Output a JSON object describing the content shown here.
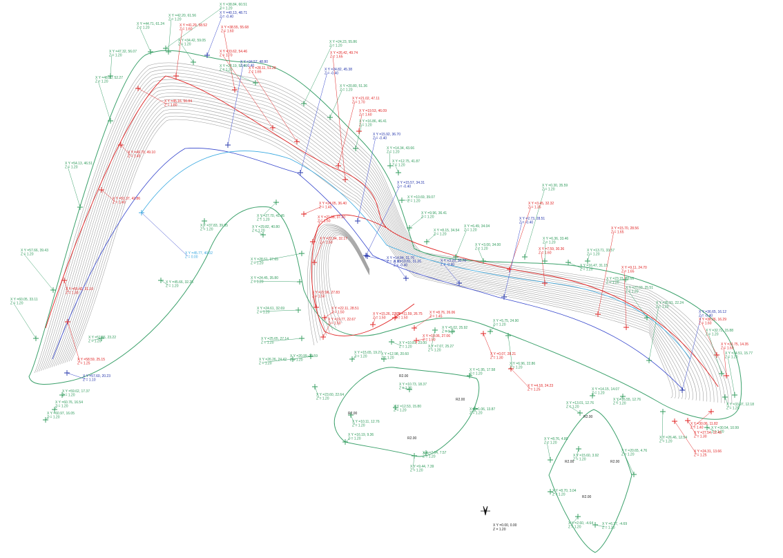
{
  "drawing": {
    "radius_labels": [
      "R2.00",
      "R2.00",
      "R2.00",
      "R2.00",
      "R2.00",
      "R2.00",
      "R2.00",
      "R2.00"
    ],
    "origin_label": {
      "line1": "X Y =0.00, 0.00",
      "line2": "Z = 1.20"
    },
    "point_labels": [
      {
        "t1": "X Y =38.84, 60.51",
        "t2": "Z = 1.20",
        "c": "g"
      },
      {
        "t1": "X Y =42.20, 61.56",
        "t2": "Z = 1.20",
        "c": "g"
      },
      {
        "t1": "X Y =40.13, 48.71",
        "t2": "Z = -0.40",
        "c": "b"
      },
      {
        "t1": "X Y =44.71, 61.24",
        "t2": "Z = 1.20",
        "c": "g"
      },
      {
        "t1": "X Y =41.29, 58.52",
        "t2": "Z = 1.60",
        "c": "r"
      },
      {
        "t1": "X Y =38.55, 55.68",
        "t2": "Z = 1.60",
        "c": "r"
      },
      {
        "t1": "X Y =34.42, 59.05",
        "t2": "Z = 1.20",
        "c": "g"
      },
      {
        "t1": "X Y =47.32, 56.07",
        "t2": "Z = 1.20",
        "c": "g"
      },
      {
        "t1": "X Y =33.62, 54.46",
        "t2": "Z = 1.70",
        "c": "r"
      },
      {
        "t1": "X Y =28.19, 57.46",
        "t2": "Z = 1.20",
        "c": "g"
      },
      {
        "t1": "X Y =24.23, 55.86",
        "t2": "Z = 1.20",
        "c": "g"
      },
      {
        "t1": "X Y =34.57, 48.80",
        "t2": "Z = -0.40",
        "c": "b"
      },
      {
        "t1": "X Y =26.42, 49.74",
        "t2": "Z = 1.65",
        "c": "r"
      },
      {
        "t1": "X Y =48.80, 52.27",
        "t2": "Z = 1.20",
        "c": "g"
      },
      {
        "t1": "X Y =28.11, 51.28",
        "t2": "Z = 1.65",
        "c": "r"
      },
      {
        "t1": "X Y =24.82, 45.38",
        "t2": "Z = -0.40",
        "c": "b"
      },
      {
        "t1": "X Y =20.80, 51.36",
        "t2": "Z = 1.20",
        "c": "g"
      },
      {
        "t1": "X Y =45.16, 56.84",
        "t2": "Z = 1.80",
        "c": "r"
      },
      {
        "t1": "X Y =21.02, 47.11",
        "t2": "Z = 1.70",
        "c": "r"
      },
      {
        "t1": "X Y =19.53, 46.09",
        "t2": "Z = 1.60",
        "c": "r"
      },
      {
        "t1": "X Y =16.86, 46.41",
        "t2": "Z = 1.20",
        "c": "g"
      },
      {
        "t1": "X Y =15.92, 36.70",
        "t2": "Z = -0.40",
        "c": "b"
      },
      {
        "t1": "X Y =14.34, 43.66",
        "t2": "Z = 1.20",
        "c": "g"
      },
      {
        "t1": "X Y =12.75, 41.87",
        "t2": "Z = 1.20",
        "c": "g"
      },
      {
        "t1": "X Y =49.70, 49.10",
        "t2": "Z = 1.45",
        "c": "r"
      },
      {
        "t1": "X Y =54.13, 46.51",
        "t2": "Z = 1.20",
        "c": "g"
      },
      {
        "t1": "X Y =15.57, 34.31",
        "t2": "Z = -0.40",
        "c": "b"
      },
      {
        "t1": "X Y =10.69, 39.07",
        "t2": "Z = 1.20",
        "c": "g"
      },
      {
        "t1": "X Y =51.37, 42.86",
        "t2": "Z = 1.40",
        "c": "r"
      },
      {
        "t1": "X Y =24.05, 36.40",
        "t2": "Z = 1.45",
        "c": "r"
      },
      {
        "t1": "X Y =9.96, 36.41",
        "t2": "Z = 1.20",
        "c": "g"
      },
      {
        "t1": "X Y =27.70, 41.45",
        "t2": "Z = 1.20",
        "c": "g"
      },
      {
        "t1": "X Y =8.15, 34.54",
        "t2": "Z = 1.20",
        "c": "g"
      },
      {
        "t1": "X Y =6.49, 34.04",
        "t2": "Z = 1.20",
        "c": "g"
      },
      {
        "t1": "X Y =37.83, 39.95",
        "t2": "Z = 1.20",
        "c": "g"
      },
      {
        "t1": "X Y =29.82, 40.80",
        "t2": "Z = 1.20",
        "c": "g"
      },
      {
        "t1": "X Y =21.88, 37.20",
        "t2": "Z = 1.50",
        "c": "r"
      },
      {
        "t1": "X Y =57.66, 39.43",
        "t2": "Z = 1.20",
        "c": "g"
      },
      {
        "t1": "X Y =45.77, 40.02",
        "t2": "Z = 0.00",
        "c": "cy"
      },
      {
        "t1": "X Y =21.94, 32.17",
        "t2": "Z = 1.50",
        "c": "r"
      },
      {
        "t1": "X Y =14.84, 31.76",
        "t2": "Z = -0.40",
        "c": "b"
      },
      {
        "t1": "X Y =3.00, 34.00",
        "t2": "Z = 1.20",
        "c": "g"
      },
      {
        "t1": "X Y =28.61, 37.65",
        "t2": "Z = 1.20",
        "c": "g"
      },
      {
        "t1": "X Y =10.81, 31.26",
        "t2": "Z = -0.40",
        "c": "b"
      },
      {
        "t1": "X Y =3.23, 30.70",
        "t2": "Z = -0.40",
        "c": "b"
      },
      {
        "t1": "X Y =55.42, 31.10",
        "t2": "Z = 1.30",
        "c": "r"
      },
      {
        "t1": "X Y =24.45, 35.80",
        "t2": "Z = 1.20",
        "c": "g"
      },
      {
        "t1": "X Y =60.05, 33.11",
        "t2": "Z = 1.20",
        "c": "g"
      },
      {
        "t1": "X Y =45.66, 32.25",
        "t2": "Z = 1.20",
        "c": "g"
      },
      {
        "t1": "X Y =22.96, 27.83",
        "t2": "Z = 1.50",
        "c": "r"
      },
      {
        "t1": "X Y =22.11, 28.51",
        "t2": "Z = 1.50",
        "c": "r"
      },
      {
        "t1": "X Y =15.26, 22.20",
        "t2": "Z = 1.50",
        "c": "r"
      },
      {
        "t1": "X Y =11.59, 26.75",
        "t2": "Z = 1.50",
        "c": "r"
      },
      {
        "t1": "X Y =8.76, 26.06",
        "t2": "Z = 1.45",
        "c": "r"
      },
      {
        "t1": "X Y =10.06, 27.06",
        "t2": "Z = 1.50",
        "c": "r"
      },
      {
        "t1": "X Y =7.07, 25.27",
        "t2": "Z = 1.20",
        "c": "g"
      },
      {
        "t1": "X Y =19.77, 22.67",
        "t2": "Z = 1.50",
        "c": "r"
      },
      {
        "t1": "X Y =24.61, 32.69",
        "t2": "Z = 1.20",
        "c": "g"
      },
      {
        "t1": "X Y =10.81, 23.00",
        "t2": "Z = 1.20",
        "c": "g"
      },
      {
        "t1": "X Y =5.02, 25.92",
        "t2": "Z = 1.20",
        "c": "g"
      },
      {
        "t1": "X Y =5.75, 24.90",
        "t2": "Z = 1.20",
        "c": "g"
      },
      {
        "t1": "X Y =0.07, 28.21",
        "t2": "Z = 1.30",
        "c": "r"
      },
      {
        "t1": "X Y =51.46, 23.22",
        "t2": "Z = 1.20",
        "c": "g"
      },
      {
        "t1": "X Y =58.59, 25.15",
        "t2": "Z = 1.25",
        "c": "r"
      },
      {
        "t1": "X Y =25.65, 27.14",
        "t2": "Z = 1.20",
        "c": "g"
      },
      {
        "t1": "X Y =15.65, 19.27",
        "t2": "Z = 1.20",
        "c": "g"
      },
      {
        "t1": "X Y =12.98, 20.60",
        "t2": "Z = 1.20",
        "c": "g"
      },
      {
        "t1": "X Y =20.99, 20.59",
        "t2": "Z = 1.20",
        "c": "g"
      },
      {
        "t1": "X Y =26.26, 24.42",
        "t2": "Z = 1.20",
        "c": "g"
      },
      {
        "t1": "X Y =57.60, 20.23",
        "t2": "Z = 1.10",
        "c": "b"
      },
      {
        "t1": "X Y =59.62, 17.37",
        "t2": "Z = 1.20",
        "c": "g"
      },
      {
        "t1": "X Y =60.76, 16.54",
        "t2": "Z = 1.20",
        "c": "g"
      },
      {
        "t1": "X Y =60.97, 16.05",
        "t2": "Z = 1.20",
        "c": "g"
      },
      {
        "t1": "X Y =23.60, 22.64",
        "t2": "Z = 1.20",
        "c": "g"
      },
      {
        "t1": "X Y =4.18, 24.23",
        "t2": "Z = 1.25",
        "c": "r"
      },
      {
        "t1": "X Y =6.96, 22.86",
        "t2": "Z = 1.20",
        "c": "g"
      },
      {
        "t1": "X Y =10.73, 18.37",
        "t2": "Z = 1.20",
        "c": "g"
      },
      {
        "t1": "X Y =1.95, 17.58",
        "t2": "Z = 1.20",
        "c": "g"
      },
      {
        "t1": "X Y =12.53, 15.80",
        "t2": "Z = 1.20",
        "c": "g"
      },
      {
        "t1": "X Y =10.11, 12.76",
        "t2": "Z = 1.20",
        "c": "g"
      },
      {
        "t1": "X Y =1.06, 13.87",
        "t2": "Z = 1.20",
        "c": "g"
      },
      {
        "t1": "X Y =16.19, 9.36",
        "t2": "Z = 1.20",
        "c": "g"
      },
      {
        "t1": "X Y =7.64, 7.57",
        "t2": "Z = 1.20",
        "c": "g"
      },
      {
        "t1": "X Y =9.44, 7.39",
        "t2": "Z = 1.20",
        "c": "g"
      },
      {
        "t1": "X Y =0.30, 35.59",
        "t2": "Z = 1.20",
        "c": "g"
      },
      {
        "t1": "X Y =3.45, 32.32",
        "t2": "Z = 1.35",
        "c": "r"
      },
      {
        "t1": "X Y =2.73, 28.51",
        "t2": "Z = -0.40",
        "c": "b"
      },
      {
        "t1": "X Y =6.36, 33.46",
        "t2": "Z = 1.20",
        "c": "g"
      },
      {
        "t1": "X Y =7.59, 30.36",
        "t2": "Z = 1.60",
        "c": "r"
      },
      {
        "t1": "X Y =15.70, 28.56",
        "t2": "Z = 1.65",
        "c": "r"
      },
      {
        "t1": "X Y =13.71, 33.57",
        "t2": "Z = 1.20",
        "c": "g"
      },
      {
        "t1": "X Y =16.47, 31.15",
        "t2": "Z = 1.20",
        "c": "g"
      },
      {
        "t1": "X Y =9.11, 24.70",
        "t2": "Z = 1.65",
        "c": "r"
      },
      {
        "t1": "X Y =23.15, 28.66",
        "t2": "Z = 1.20",
        "c": "g"
      },
      {
        "t1": "X Y =27.03, 25.51",
        "t2": "Z = 1.20",
        "c": "g"
      },
      {
        "t1": "X Y =35.91, 22.24",
        "t2": "Z = 1.20",
        "c": "g"
      },
      {
        "t1": "X Y =36.65, 16.12",
        "t2": "Z = -0.40",
        "c": "b"
      },
      {
        "t1": "X Y =38.26, 16.29",
        "t2": "Z = 1.60",
        "c": "r"
      },
      {
        "t1": "X Y =32.72, 15.88",
        "t2": "Z = 1.20",
        "c": "g"
      },
      {
        "t1": "X Y =31.75, 14.35",
        "t2": "Z = 1.60",
        "c": "r"
      },
      {
        "t1": "X Y =34.51, 15.77",
        "t2": "Z = 1.20",
        "c": "g"
      },
      {
        "t1": "X Y =14.15, 14.07",
        "t2": "Z = 1.20",
        "c": "g"
      },
      {
        "t1": "X Y =33.97, 12.18",
        "t2": "Z = 1.20",
        "c": "g"
      },
      {
        "t1": "X Y =30.06, 11.82",
        "t2": "Z = 1.40",
        "c": "r"
      },
      {
        "t1": "X Y =30.54, 10.99",
        "t2": "Z = 1.20",
        "c": "g"
      },
      {
        "t1": "X Y =27.54, 12.45",
        "t2": "Z = 1.30",
        "c": "r"
      },
      {
        "t1": "X Y =26.46, 12.54",
        "t2": "Z = 1.20",
        "c": "g"
      },
      {
        "t1": "X Y =24.31, 13.66",
        "t2": "Z = 1.25",
        "c": "r"
      },
      {
        "t1": "X Y =16.55, 12.76",
        "t2": "Z = 1.20",
        "c": "g"
      },
      {
        "t1": "X Y =13.01, 12.76",
        "t2": "Z = 1.20",
        "c": "g"
      },
      {
        "t1": "X Y =8.76, 4.80",
        "t2": "Z = 1.20",
        "c": "g"
      },
      {
        "t1": "X Y =20.65, 4.76",
        "t2": "Z = 1.20",
        "c": "g"
      },
      {
        "t1": "X Y =15.60, 3.92",
        "t2": "Z = 1.20",
        "c": "g"
      },
      {
        "t1": "X Y =8.70, 3.04",
        "t2": "Z = 1.20",
        "c": "g"
      },
      {
        "t1": "X Y =2.60, -4.64",
        "t2": "Z = 1.20",
        "c": "g"
      },
      {
        "t1": "X Y =6.37, -4.69",
        "t2": "Z = 1.20",
        "c": "g"
      }
    ]
  }
}
